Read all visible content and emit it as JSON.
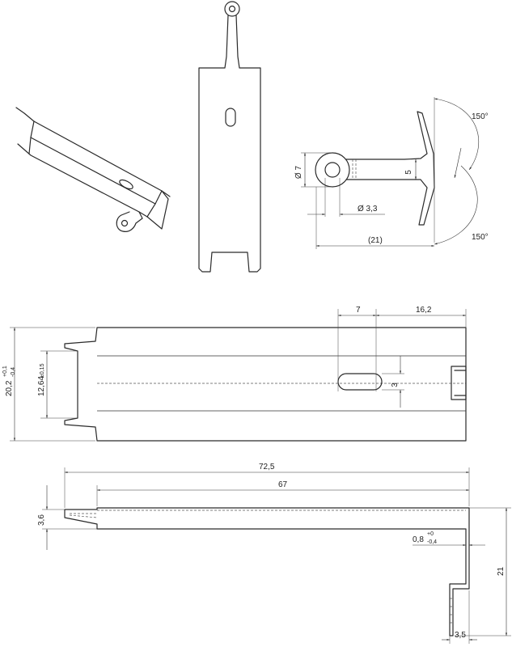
{
  "dimensions": {
    "angle_top": "150°",
    "angle_bottom": "150°",
    "hole_dia": "Ø 7",
    "pin_dia": "Ø 3,3",
    "depth_5": "5",
    "length_21_ref": "(21)",
    "slot_pos_7": "7",
    "slot_pos_16_2": "16,2",
    "slot_width_3": "3",
    "width_12_64": "12,64",
    "width_12_64_tol": "±0,15",
    "width_20_2": "20,2",
    "width_20_2_tol_upper": "+0,1",
    "width_20_2_tol_lower": "-0,4",
    "length_72_5": "72,5",
    "length_67": "67",
    "thickness_3_6": "3,6",
    "sheet_0_8": "0,8",
    "sheet_0_8_tol_upper": "+0",
    "sheet_0_8_tol_lower": "-0,4",
    "height_21": "21",
    "flange_3_5": "3,5"
  }
}
